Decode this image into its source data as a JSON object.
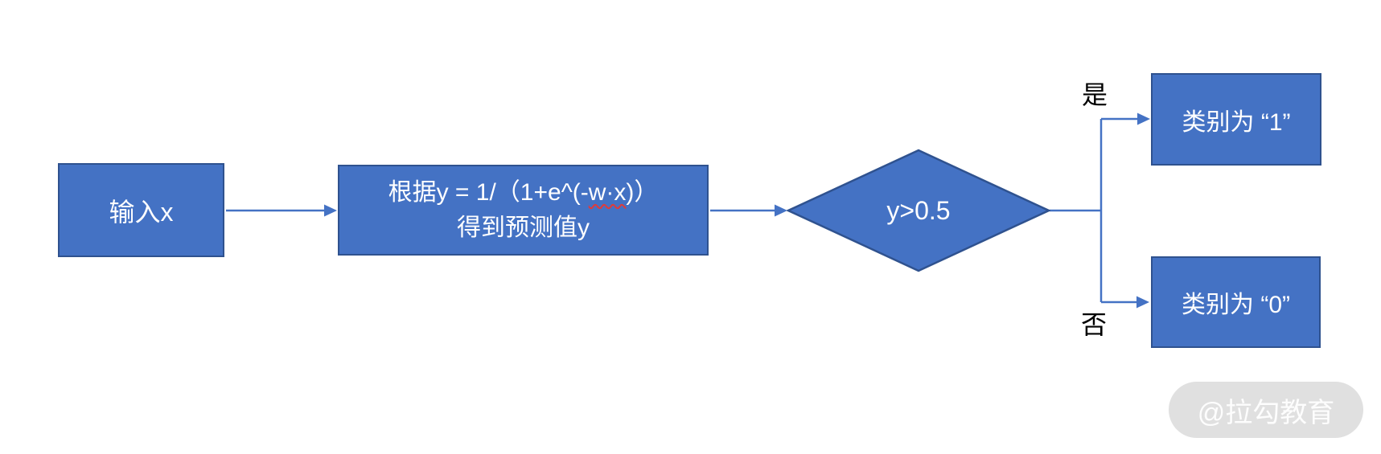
{
  "diagram": {
    "description": "Logistic regression prediction flowchart",
    "nodes": {
      "input": {
        "shape": "rect",
        "label": "输入x"
      },
      "formula": {
        "shape": "rect",
        "line1_pre": "根据y = 1/（1+e^(-",
        "line1_misspelled": "w·x",
        "line1_post": ")）",
        "line2": "得到预测值y"
      },
      "decision": {
        "shape": "diamond",
        "label": "y>0.5"
      },
      "class1": {
        "shape": "rect",
        "label": "类别为 “1”"
      },
      "class0": {
        "shape": "rect",
        "label": "类别为 “0”"
      }
    },
    "branch_labels": {
      "yes": "是",
      "no": "否"
    },
    "edges": [
      {
        "from": "input",
        "to": "formula",
        "label": ""
      },
      {
        "from": "formula",
        "to": "decision",
        "label": ""
      },
      {
        "from": "decision",
        "to": "class1",
        "label": "是"
      },
      {
        "from": "decision",
        "to": "class0",
        "label": "否"
      }
    ]
  },
  "watermark": {
    "text": "@拉勾教育"
  },
  "colors": {
    "node_fill": "#4472C4",
    "node_border": "#2F528F",
    "connector": "#4472C4",
    "node_text": "#FFFFFF",
    "branch_label_text": "#000000",
    "spellcheck_underline": "#E03A3A",
    "watermark_bg": "#DCDCDC",
    "watermark_text": "#FDFDFD",
    "background": "#FFFFFF"
  }
}
